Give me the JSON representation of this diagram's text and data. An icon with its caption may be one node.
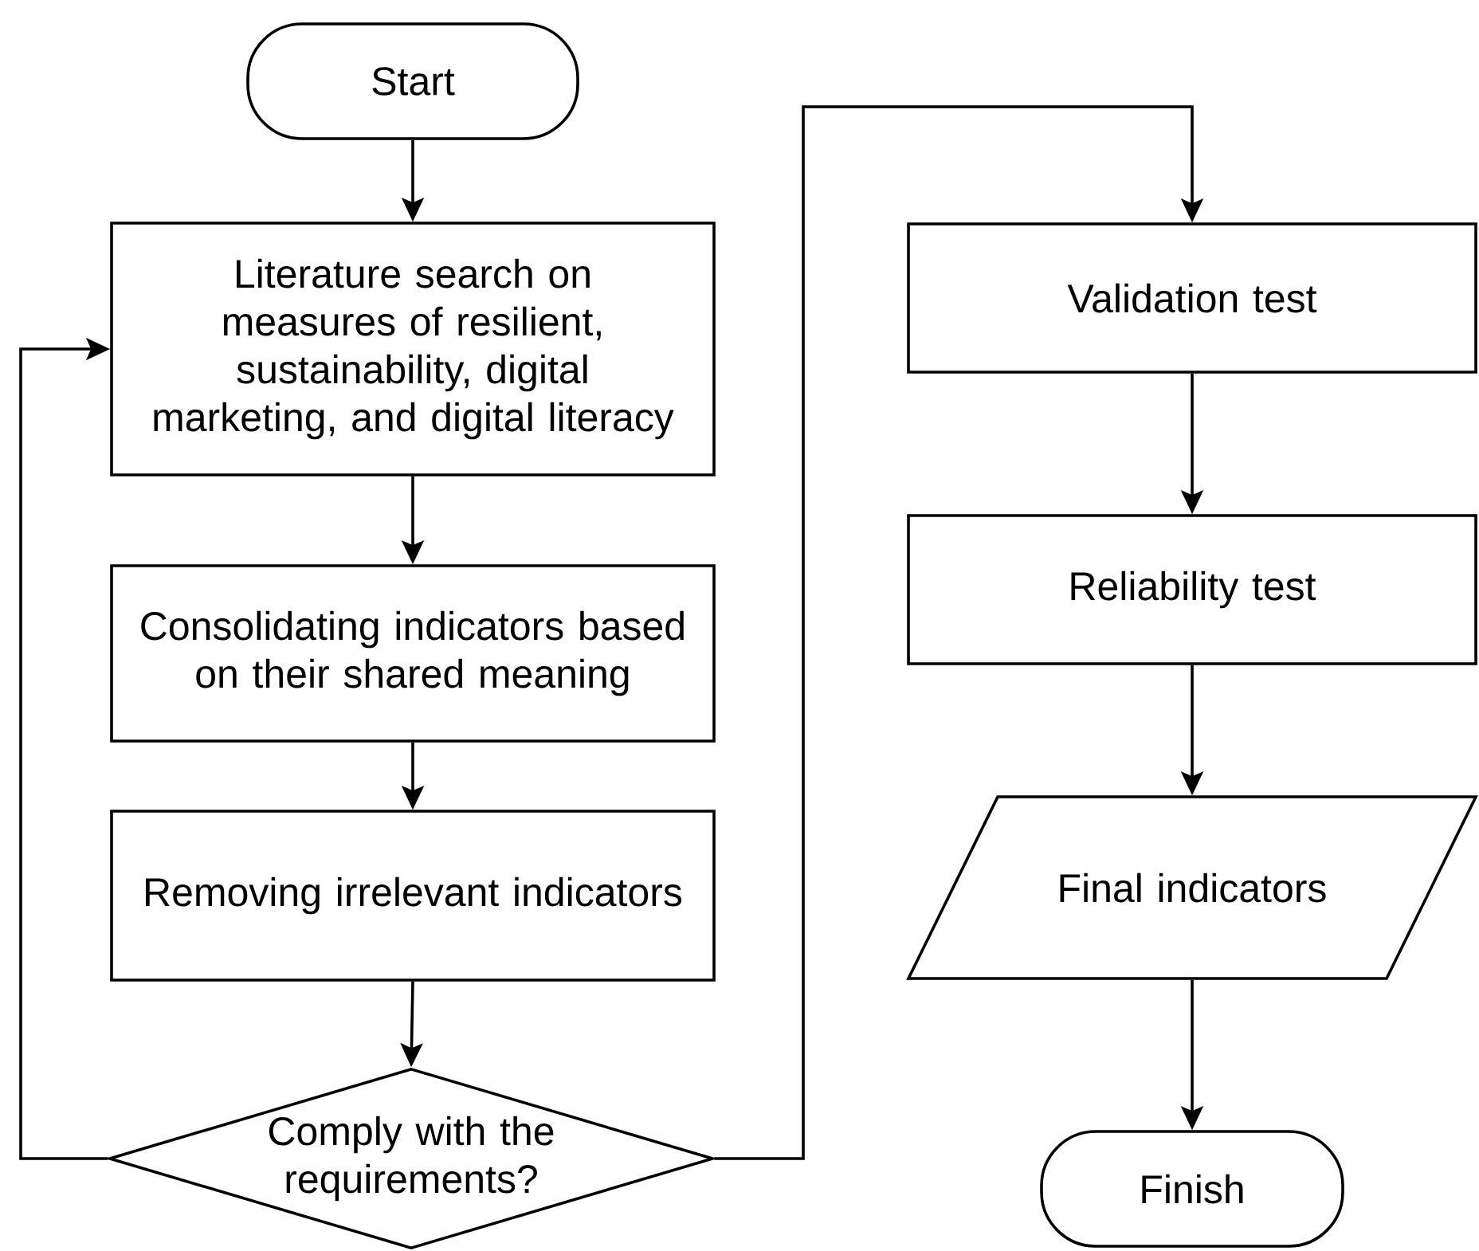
{
  "diagram": {
    "nodes": [
      {
        "text": [
          "Start"
        ]
      },
      {
        "text": [
          "Literature search on measures of resilient, sustainability, digital marketing, and digital literacy"
        ]
      },
      {
        "text": [
          "Consolidating indicators based on their shared meaning"
        ]
      },
      {
        "text": [
          "Removing irrelevant indicators"
        ]
      },
      {
        "text": [
          "Comply with the requirements?"
        ]
      },
      {
        "text": [
          "Validation test"
        ]
      },
      {
        "text": [
          "Reliability test"
        ]
      },
      {
        "text": [
          "Final indicators"
        ]
      },
      {
        "text": [
          "Finish"
        ]
      }
    ],
    "edges": [
      {
        "from": 0,
        "to": 1,
        "arrow": "to"
      },
      {
        "from": 1,
        "to": 2,
        "arrow": "to"
      },
      {
        "from": 2,
        "to": 3,
        "arrow": "to"
      },
      {
        "from": 3,
        "to": 4,
        "arrow": "to"
      },
      {
        "from": 4,
        "to": 1,
        "arrow": "to"
      },
      {
        "from": 4,
        "to": 5,
        "arrow": "to"
      },
      {
        "from": 5,
        "to": 6,
        "arrow": "to"
      },
      {
        "from": 6,
        "to": 7,
        "arrow": "to"
      },
      {
        "from": 7,
        "to": 8,
        "arrow": "to"
      }
    ]
  }
}
